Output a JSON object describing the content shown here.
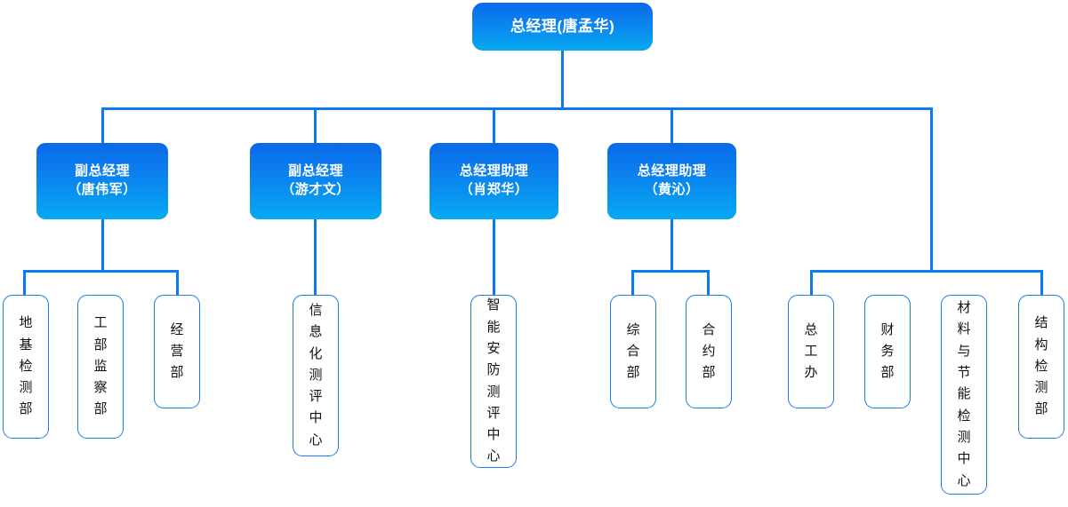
{
  "chart_data": {
    "type": "diagram",
    "subtype": "organization-chart",
    "title": "",
    "orientation": "top-down",
    "node_styles": {
      "manager": {
        "fill": "gradient",
        "gradient_from": "#0a6ae9",
        "gradient_to": "#07a9f0",
        "text_color": "#ffffff"
      },
      "department": {
        "fill": "#ffffff",
        "border_color": "#1a7af0",
        "text_color": "#111111",
        "text_orientation": "vertical"
      }
    },
    "connector_color": "#0a7cf0",
    "levels": 3,
    "nodes": [
      {
        "id": "root",
        "level": 0,
        "type": "manager",
        "label": "总经理(唐孟华)"
      },
      {
        "id": "vp1",
        "level": 1,
        "type": "manager",
        "label": "副总经理（唐伟军）",
        "parent": "root"
      },
      {
        "id": "vp2",
        "level": 1,
        "type": "manager",
        "label": "副总经理（游才文）",
        "parent": "root"
      },
      {
        "id": "asst1",
        "level": 1,
        "type": "manager",
        "label": "总经理助理（肖郑华）",
        "parent": "root"
      },
      {
        "id": "asst2",
        "level": 1,
        "type": "manager",
        "label": "总经理助理（黄沁）",
        "parent": "root"
      },
      {
        "id": "d1",
        "level": 2,
        "type": "department",
        "label": "地基检测部",
        "parent": "vp1"
      },
      {
        "id": "d2",
        "level": 2,
        "type": "department",
        "label": "工部监察部",
        "parent": "vp1"
      },
      {
        "id": "d3",
        "level": 2,
        "type": "department",
        "label": "经营部",
        "parent": "vp1"
      },
      {
        "id": "d4",
        "level": 2,
        "type": "department",
        "label": "信息化测评中心",
        "parent": "vp2"
      },
      {
        "id": "d5",
        "level": 2,
        "type": "department",
        "label": "智能安防测评中心",
        "parent": "asst1"
      },
      {
        "id": "d6",
        "level": 2,
        "type": "department",
        "label": "综合部",
        "parent": "asst2"
      },
      {
        "id": "d7",
        "level": 2,
        "type": "department",
        "label": "合约部",
        "parent": "asst2"
      },
      {
        "id": "d8",
        "level": 2,
        "type": "department",
        "label": "总工办",
        "parent": "root"
      },
      {
        "id": "d9",
        "level": 2,
        "type": "department",
        "label": "财务部",
        "parent": "root"
      },
      {
        "id": "d10",
        "level": 2,
        "type": "department",
        "label": "材料与节能检测中心",
        "parent": "root"
      },
      {
        "id": "d11",
        "level": 2,
        "type": "department",
        "label": "结构检测部",
        "parent": "root"
      }
    ]
  },
  "root_node": {
    "label": "总经理(唐孟华)",
    "line1": "总经理(唐孟华)"
  },
  "managers": [
    {
      "line1": "副总经理",
      "line2": "（唐伟军）"
    },
    {
      "line1": "副总经理",
      "line2": "（游才文）"
    },
    {
      "line1": "总经理助理",
      "line2": "（肖郑华）"
    },
    {
      "line1": "总经理助理",
      "line2": "（黄沁）"
    }
  ],
  "departments": [
    {
      "label": "地基检测部",
      "chars": [
        "地",
        "基",
        "检",
        "测",
        "部"
      ]
    },
    {
      "label": "工部监察部",
      "chars": [
        "工",
        "部",
        "监",
        "察",
        "部"
      ]
    },
    {
      "label": "经营部",
      "chars": [
        "经",
        "营",
        "部"
      ]
    },
    {
      "label": "信息化测评中心",
      "chars": [
        "信",
        "息",
        "化",
        "测",
        "评",
        "中",
        "心"
      ]
    },
    {
      "label": "智能安防测评中心",
      "chars": [
        "智",
        "能",
        "安",
        "防",
        "测",
        "评",
        "中",
        "心"
      ]
    },
    {
      "label": "综合部",
      "chars": [
        "综",
        "合",
        "部"
      ]
    },
    {
      "label": "合约部",
      "chars": [
        "合",
        "约",
        "部"
      ]
    },
    {
      "label": "总工办",
      "chars": [
        "总",
        "工",
        "办"
      ]
    },
    {
      "label": "财务部",
      "chars": [
        "财",
        "务",
        "部"
      ]
    },
    {
      "label": "材料与节能检测中心",
      "chars": [
        "材",
        "料",
        "与",
        "节",
        "能",
        "检",
        "测",
        "中",
        "心"
      ]
    },
    {
      "label": "结构检测部",
      "chars": [
        "结",
        "构",
        "检",
        "测",
        "部"
      ]
    }
  ]
}
